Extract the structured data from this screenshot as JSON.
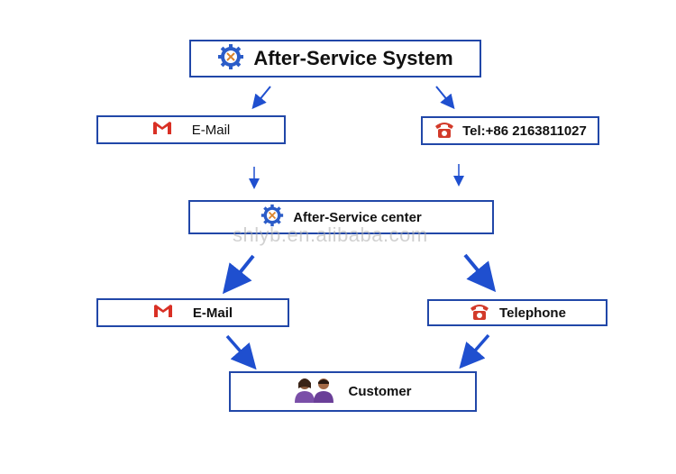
{
  "nodes": {
    "system": {
      "label": "After-Service System",
      "icon": "gear-icon"
    },
    "email_top": {
      "label": "E-Mail",
      "icon": "gmail-icon"
    },
    "phone_top": {
      "label": "Tel:+86 2163811027",
      "icon": "telephone-icon"
    },
    "center": {
      "label": "After-Service center",
      "icon": "gear-icon"
    },
    "email_bottom": {
      "label": "E-Mail",
      "icon": "gmail-icon"
    },
    "phone_bottom": {
      "label": "Telephone",
      "icon": "telephone-icon"
    },
    "customer": {
      "label": "Customer",
      "icon": "people-icon"
    }
  },
  "watermark": "shlyb.en.alibaba.com",
  "colors": {
    "border": "#2147a8",
    "arrow": "#1f4fcf",
    "gear": "#2b5cc8",
    "mail": "#d93025",
    "phone": "#d23a2a"
  }
}
